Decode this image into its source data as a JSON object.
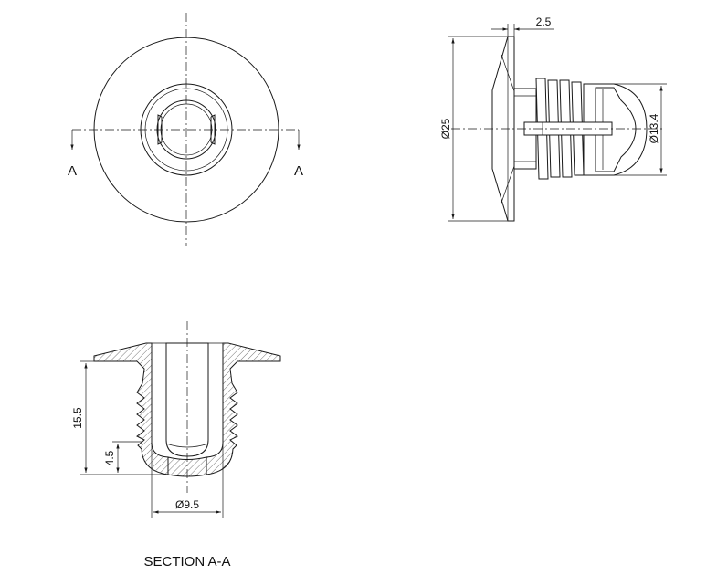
{
  "section_marks": {
    "left": "A",
    "right": "A"
  },
  "dimensions": {
    "flange_thickness": "2.5",
    "head_diameter": "Ø25",
    "tip_diameter": "Ø13.4",
    "overall_length": "15.5",
    "tip_length": "4.5",
    "bore_diameter": "Ø9.5"
  },
  "caption": "SECTION A-A"
}
